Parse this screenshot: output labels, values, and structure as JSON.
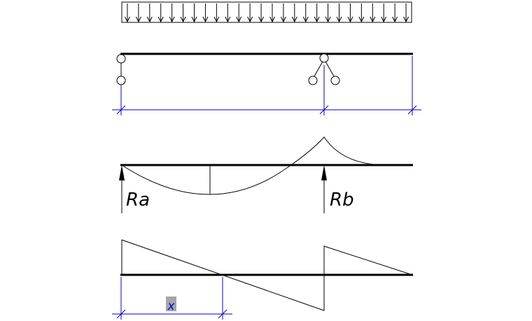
{
  "diagram": {
    "reaction_left": "Ra",
    "reaction_right": "Rb",
    "dimension_x": "x"
  },
  "colors": {
    "line": "#000000",
    "dimension": "#0000cc",
    "highlight": "#a6a6a6"
  }
}
